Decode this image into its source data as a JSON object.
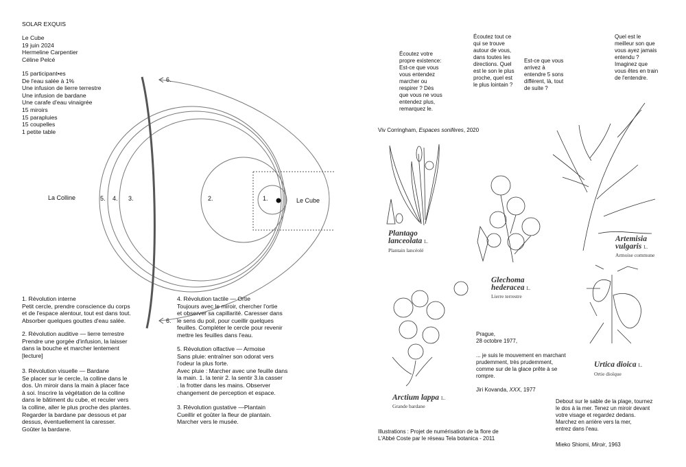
{
  "header": {
    "title": "SOLAR EXQUIS",
    "info": [
      "Le Cube",
      "19 juin 2024",
      "Hermeline Carpentier",
      "Céline Pelcé"
    ]
  },
  "materials": [
    "15 participant•es",
    "De l'eau salée à 1%",
    "Une infusion de lierre terrestre",
    "Une infusion de bardane",
    "Une carafe d'eau vinaigrée",
    "15 miroirs",
    "15 parapluies",
    "15 coupelles",
    "1 petite table"
  ],
  "diagram": {
    "left_label": "La Colline",
    "right_label": "Le Cube",
    "numbers": [
      "1.",
      "2.",
      "3.",
      "4.",
      "5.",
      "6.",
      "6."
    ]
  },
  "revolutions_left": [
    "1. Révolution interne\nPetit cercle, prendre conscience du corps\net de l'espace alentour, tout est dans tout.\nAbsorber quelques gouttes d'eau salée.",
    "2. Révolution auditive — lierre terrestre\nPrendre une gorgée d'infusion, la laisser\ndans la bouche et marcher lentement\n[lecture]",
    "3. Révolution visuelle — Bardane\nSe placer sur le cercle, la colline dans le\ndos. Un miroir dans la main à placer face\nà soi. Inscrire la végétation de la colline\ndans le bâtiment du cube, et reculer vers\nla colline, aller le plus proche des plantes.\nRegarder la bardane par dessous et par\ndessus, éventuellement la caresser.\nGoûter la bardane."
  ],
  "revolutions_right": [
    "4. Révolution tactile — Ortie\nToujours avec le miroir, chercher l'ortie\net observer sa capillarité. Caresser dans\nle sens du poil, pour cueillir quelques\nfeuilles. Compléter le cercle pour revenir\nmettre les feuilles dans l'eau.",
    "5. Révolution olfactive — Armoise\nSans pluie: entraîner son odorat vers\nl'odeur la plus forte.\nAvec pluie : Marcher avec une feuille dans\nla main. 1. la tenir 2. la sentir 3.la casser\n. la frotter dans les mains. Observer\nchangement de perception et espace.",
    "3. Révolution gustative —Plantain\nCueillir et goûter la fleur de plantain.\nMarcher vers le musée."
  ],
  "questions": [
    "Écoutez votre\npropre existence:\nEst-ce que vous\nvous entendez\nmarcher ou\nrespirer ? Dès\nque vous ne vous\nentendez plus,\nremarquez le.",
    "Écoutez tout ce\nqui se trouve\nautour de vous,\ndans toutes les\ndirections. Quel\nest le son le plus\nproche, quel est\nle plus lointain ?",
    "Est-ce que vous\narrivez à\nentendre 5 sons\ndifférent, là, tout\nde suite ?",
    "Quel est le\nmeilleur son que\nvous ayez jamais\nentendu ?\nImaginez que\nvous êtes en train\nde l'entendre."
  ],
  "credit_corringham": {
    "author": "Viv Corringham, ",
    "work": "Espaces sonifères",
    "year": ", 2020"
  },
  "plants": [
    {
      "latin": "Plantago\nlanceolata",
      "suffix": "L.",
      "french": "Plantain lancéolé"
    },
    {
      "latin": "Glechoma\nhederacea",
      "suffix": "L.",
      "french": "Lierre terrestre"
    },
    {
      "latin": "Artemisia\nvulgaris",
      "suffix": "L.",
      "french": "Armoise commune"
    },
    {
      "latin": "Arctium lappa",
      "suffix": "L.",
      "french": "Grande bardane"
    },
    {
      "latin": "Urtica dioica",
      "suffix": "L.",
      "french": "Ortie dioïque"
    }
  ],
  "kovanda": {
    "place_date": "Prague,\n28 octobre 1977,",
    "quote": "... je suis le mouvement en marchant\nprudemment, très prudemment,\ncomme sur de la glace prête à se\nrompre.",
    "author": "Jiri Kovanda, ",
    "work": "XXX",
    "year": ", 1977"
  },
  "illustrations_credit": "Illustrations : Projet de numérisation de la flore de\nL'Abbé Coste par le réseau Tela botanica - 2011",
  "shiomi": {
    "quote": "Debout sur le sable de la plage, tournez\nle dos à la mer. Tenez un miroir devant\nvotre visage et regardez dedans.\nMarchez en arrière vers la mer,\nentrez dans l'eau.",
    "author": "Mieko Shiomi, ",
    "work": "Miroir",
    "year": ", 1963"
  }
}
